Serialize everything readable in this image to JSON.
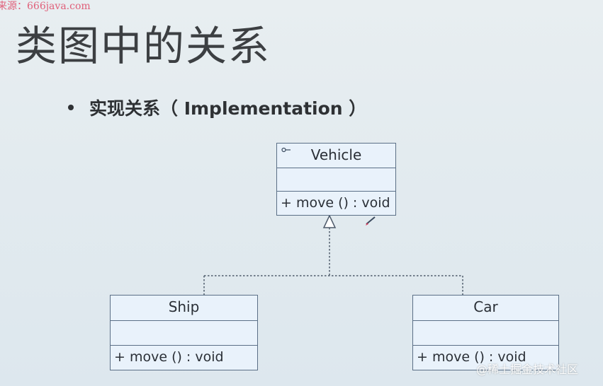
{
  "watermark": {
    "source": "来源：666java.com",
    "platform": "@稀土掘金技术社区"
  },
  "slide": {
    "title": "类图中的关系",
    "bullet": "实现关系（ Implementation ）"
  },
  "diagram": {
    "interface": {
      "name": "Vehicle",
      "stereotype_icon": "interface-lollipop-icon",
      "methods": [
        "+ move () : void"
      ]
    },
    "implementations": [
      {
        "name": "Ship",
        "methods": [
          "+ move () : void"
        ]
      },
      {
        "name": "Car",
        "methods": [
          "+ move () : void"
        ]
      }
    ],
    "relationship": "realization"
  },
  "colors": {
    "background": "#e3ebef",
    "class_fill": "#e9f2fb",
    "class_border": "#5b6f86",
    "title_text": "#3c3f42",
    "watermark_source": "#e0607a"
  }
}
